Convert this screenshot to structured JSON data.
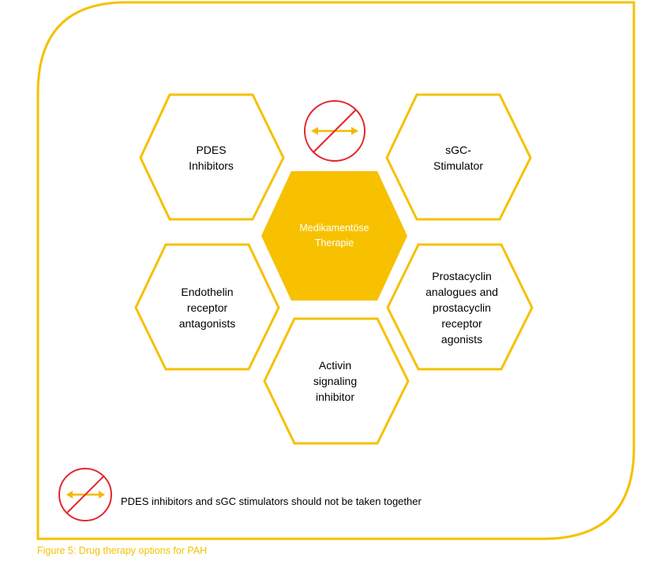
{
  "colors": {
    "accent": "#f5c100",
    "center_fill": "#f7c100",
    "forbid_red": "#e3262b",
    "arrow": "#f5b800"
  },
  "center": {
    "label": "Medikamentöse\nTherapie"
  },
  "hexagons": [
    {
      "id": "pde5",
      "label": "PDES\nInhibitors"
    },
    {
      "id": "sgc",
      "label": "sGC-\nStimulator"
    },
    {
      "id": "era",
      "label": "Endothelin\nreceptor\nantagonists"
    },
    {
      "id": "prostacyclin",
      "label": "Prostacyclin\nanalogues and\nprostacyclin\nreceptor\nagonists"
    },
    {
      "id": "activin",
      "label": "Activin\nsignaling\ninhibitor"
    }
  ],
  "icons": {
    "forbidden": "no-combination-icon",
    "arrow": "double-arrow-icon"
  },
  "legend": {
    "text": "PDES inhibitors and sGC stimulators should not be taken together"
  },
  "caption": "Figure 5: Drug therapy options for PAH"
}
